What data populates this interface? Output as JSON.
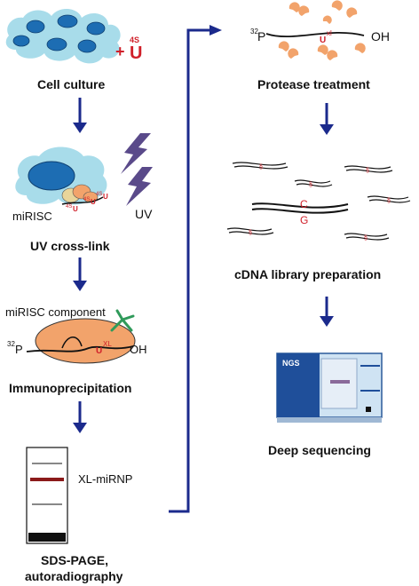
{
  "colors": {
    "arrow": "#1b2a8c",
    "cell_fill": "#a8dcea",
    "nucleus": "#1d6db3",
    "protein": "#f2a36b",
    "red_text": "#d0202a",
    "gel_band": "#8b1a1a",
    "antibody": "#2f9a5a",
    "lightning": "#5a4a8a"
  },
  "steps": {
    "cell_culture": "Cell culture",
    "uv_crosslink": "UV cross-link",
    "immunoprecipitation": "Immunoprecipitation",
    "sds_page_line1": "SDS-PAGE,",
    "sds_page_line2": "autoradiography",
    "protease": "Protease treatment",
    "cdna": "cDNA library preparation",
    "deep_seq": "Deep sequencing"
  },
  "labels": {
    "plus": "+",
    "four_s": "4S",
    "u": "U",
    "mirisc": "miRISC",
    "uv": "UV",
    "mirisc_component": "miRISC component",
    "p32_sup": "32",
    "p": "P",
    "oh": "OH",
    "xl": "XL",
    "xl_lower": "xl",
    "xl_mirnp": "XL-miRNP",
    "ngs": "NGS",
    "c": "C",
    "g": "G"
  }
}
